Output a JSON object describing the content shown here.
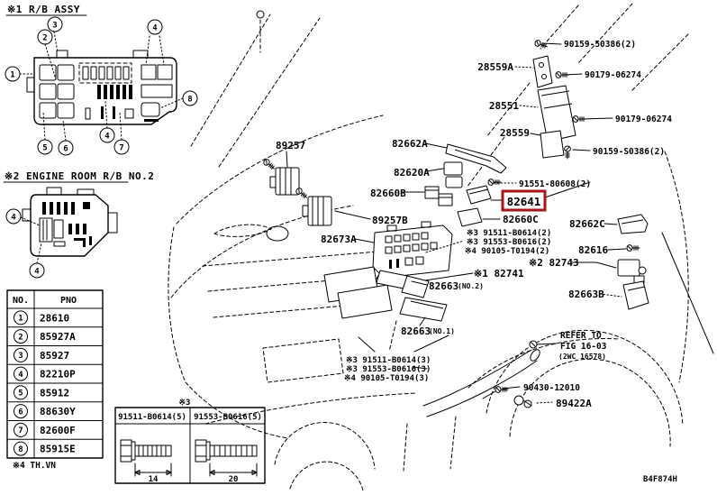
{
  "insets": {
    "rb_assy": {
      "title": "※1 R/B ASSY",
      "callouts": [
        "1",
        "2",
        "3",
        "4",
        "5",
        "6",
        "4",
        "7",
        "8"
      ]
    },
    "engine_rb": {
      "title": "※2 ENGINE ROOM R/B NO.2",
      "callouts": [
        "4",
        "4"
      ]
    },
    "note4": "※4 TH.VN",
    "bolt_box": {
      "tag": "※3",
      "cells": [
        {
          "pno": "91511-B0614(5)",
          "length": "14"
        },
        {
          "pno": "91553-B0616(5)",
          "length": "20"
        }
      ]
    }
  },
  "table": {
    "headers": [
      "NO.",
      "PNO"
    ],
    "rows": [
      {
        "no": "1",
        "pno": "28610"
      },
      {
        "no": "2",
        "pno": "85927A"
      },
      {
        "no": "3",
        "pno": "85927"
      },
      {
        "no": "4",
        "pno": "82210P"
      },
      {
        "no": "5",
        "pno": "85912"
      },
      {
        "no": "6",
        "pno": "88630Y"
      },
      {
        "no": "7",
        "pno": "82600F"
      },
      {
        "no": "8",
        "pno": "85915E"
      }
    ]
  },
  "labels": {
    "p89257": "89257",
    "p82662a": "82662A",
    "p28559a": "28559A",
    "s90159_1": "90159-50386(2)",
    "s90179_1": "90179-06274",
    "p28551": "28551",
    "s90179_2": "90179-06274",
    "p28559": "28559",
    "s90159_2": "90159-S0386(2)",
    "p82620a": "82620A",
    "p82660b": "82660B",
    "s91551": "91551-80608(2)",
    "p82641": "82641",
    "p82660c": "82660C",
    "p82662c": "82662C",
    "p89257b": "89257B",
    "p82673a": "82673A",
    "n91511_2": "※3 91511-B0614(2)",
    "n91553_2": "※3 91553-B0616(2)",
    "n90105_2": "※4 90105-T0194(2)",
    "p82616": "82616",
    "p82743": "※2 82743",
    "p82741": "※1 82741",
    "p82663_2": "82663",
    "p82663_2_no": "(NO.2)",
    "p82663b": "82663B",
    "p82663_1": "82663",
    "p82663_1_no": "(NO.1)",
    "n91511_3": "※3 91511-B0614(3)",
    "n91553_3": "※3 91553-B0616(3)",
    "n90105_3": "※4 90105-T0194(3)",
    "refer1": "REFER TO",
    "refer2": "FIG 16-03",
    "refer3": "(2WC 16578)",
    "s90430": "90430-12010",
    "p89422a": "89422A"
  },
  "footer": {
    "figure_code": "B4F874H"
  },
  "colors": {
    "highlight": "#a8151a"
  }
}
